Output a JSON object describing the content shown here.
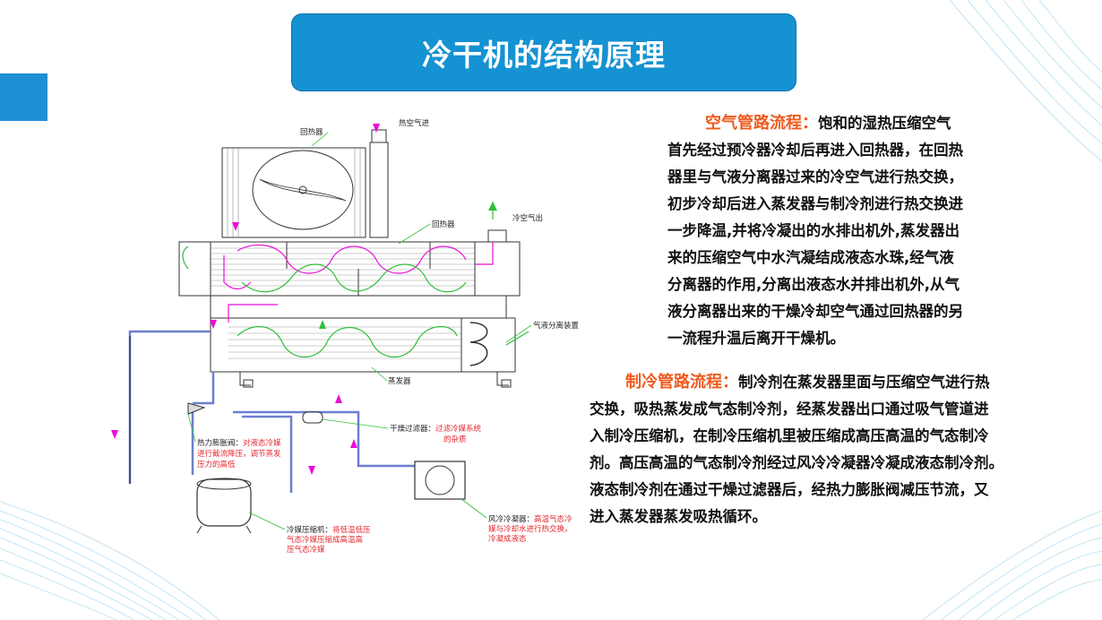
{
  "title": "冷干机的结构原理",
  "colors": {
    "accent_blue": "#1592d2",
    "heading_orange": "#ef5a1e",
    "flow_magenta": "#e80fd8",
    "flow_green": "#2fbf3a"
  },
  "air_section": {
    "heading": "空气管路流程：",
    "lines": [
      "饱和的湿热压缩空气",
      "首先经过预冷器冷却后再进入回热器，在回热",
      "器里与气液分离器过来的冷空气进行热交换，",
      "初步冷却后进入蒸发器与制冷剂进行热交换进",
      "一步降温,并将冷凝出的水排出机外,蒸发器出",
      "来的压缩空气中水汽凝结成液态水珠,经气液",
      "分离器的作用,分离出液态水并排出机外,从气",
      "液分离器出来的干燥冷却空气通过回热器的另",
      "一流程升温后离开干燥机。"
    ]
  },
  "refrigerant_section": {
    "heading": "制冷管路流程：",
    "lines": [
      "制冷剂在蒸发器里面与压缩空气进行热",
      "交换，吸热蒸发成气态制冷剂，经蒸发器出口通过吸气管道进",
      "入制冷压缩机，在制冷压缩机里被压缩成高压高温的气态制冷",
      "剂。高压高温的气态制冷剂经过风冷冷凝器冷凝成液态制冷剂。",
      "液态制冷剂在通过干燥过滤器后，经热力膨胀阀减压节流，又",
      "进入蒸发器蒸发吸热循环。"
    ]
  },
  "diagram": {
    "labels": {
      "regen_top": "回热器",
      "hot_air_in": "热空气进",
      "regen_mid": "回热器",
      "cold_air_out": "冷空气出",
      "separator": "气液分离装置",
      "evaporator": "蒸发器",
      "expansion_valve_name": "热力膨胀阀：",
      "expansion_valve_desc1": "对液态冷媒",
      "expansion_valve_desc2": "进行截流降压，调节蒸发",
      "expansion_valve_desc3": "压力的高低",
      "filter_name": "干燥过滤器：",
      "filter_desc1": "过滤冷媒系统",
      "filter_desc2": "的杂质",
      "compressor_name": "冷媒压缩机：",
      "compressor_desc1": "将低温低压",
      "compressor_desc2": "气态冷媒压缩成高温高",
      "compressor_desc3": "压气态冷媒",
      "condenser_name": "风冷冷凝器：",
      "condenser_desc1": "高温气态冷",
      "condenser_desc2": "媒与冷却水进行热交换，",
      "condenser_desc3": "冷凝成液态"
    }
  }
}
